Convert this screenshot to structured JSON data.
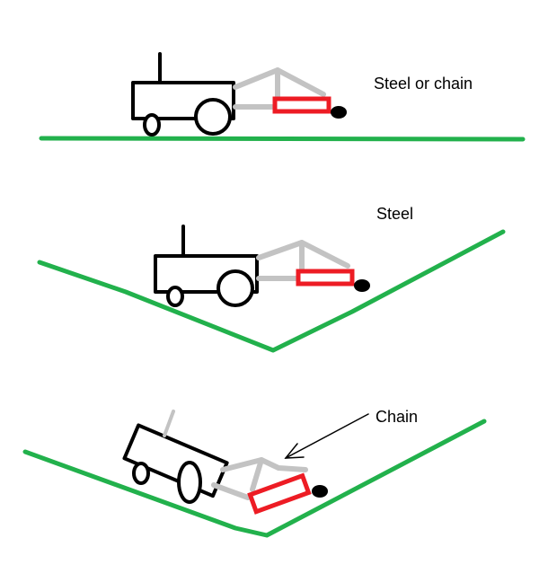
{
  "colors": {
    "ground": "#22b14c",
    "tractor": "#000000",
    "link": "#c3c3c3",
    "implement": "#ed1c24",
    "background": "#ffffff"
  },
  "panels": [
    {
      "label": "Steel or chain"
    },
    {
      "label": "Steel"
    },
    {
      "label": "Chain"
    }
  ]
}
